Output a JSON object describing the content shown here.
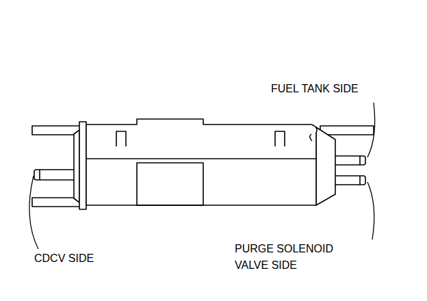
{
  "diagram": {
    "labels": [
      "FUEL TANK SIDE",
      "PURGE SOLENOID VALVE SIDE",
      "CDCV SIDE"
    ]
  }
}
